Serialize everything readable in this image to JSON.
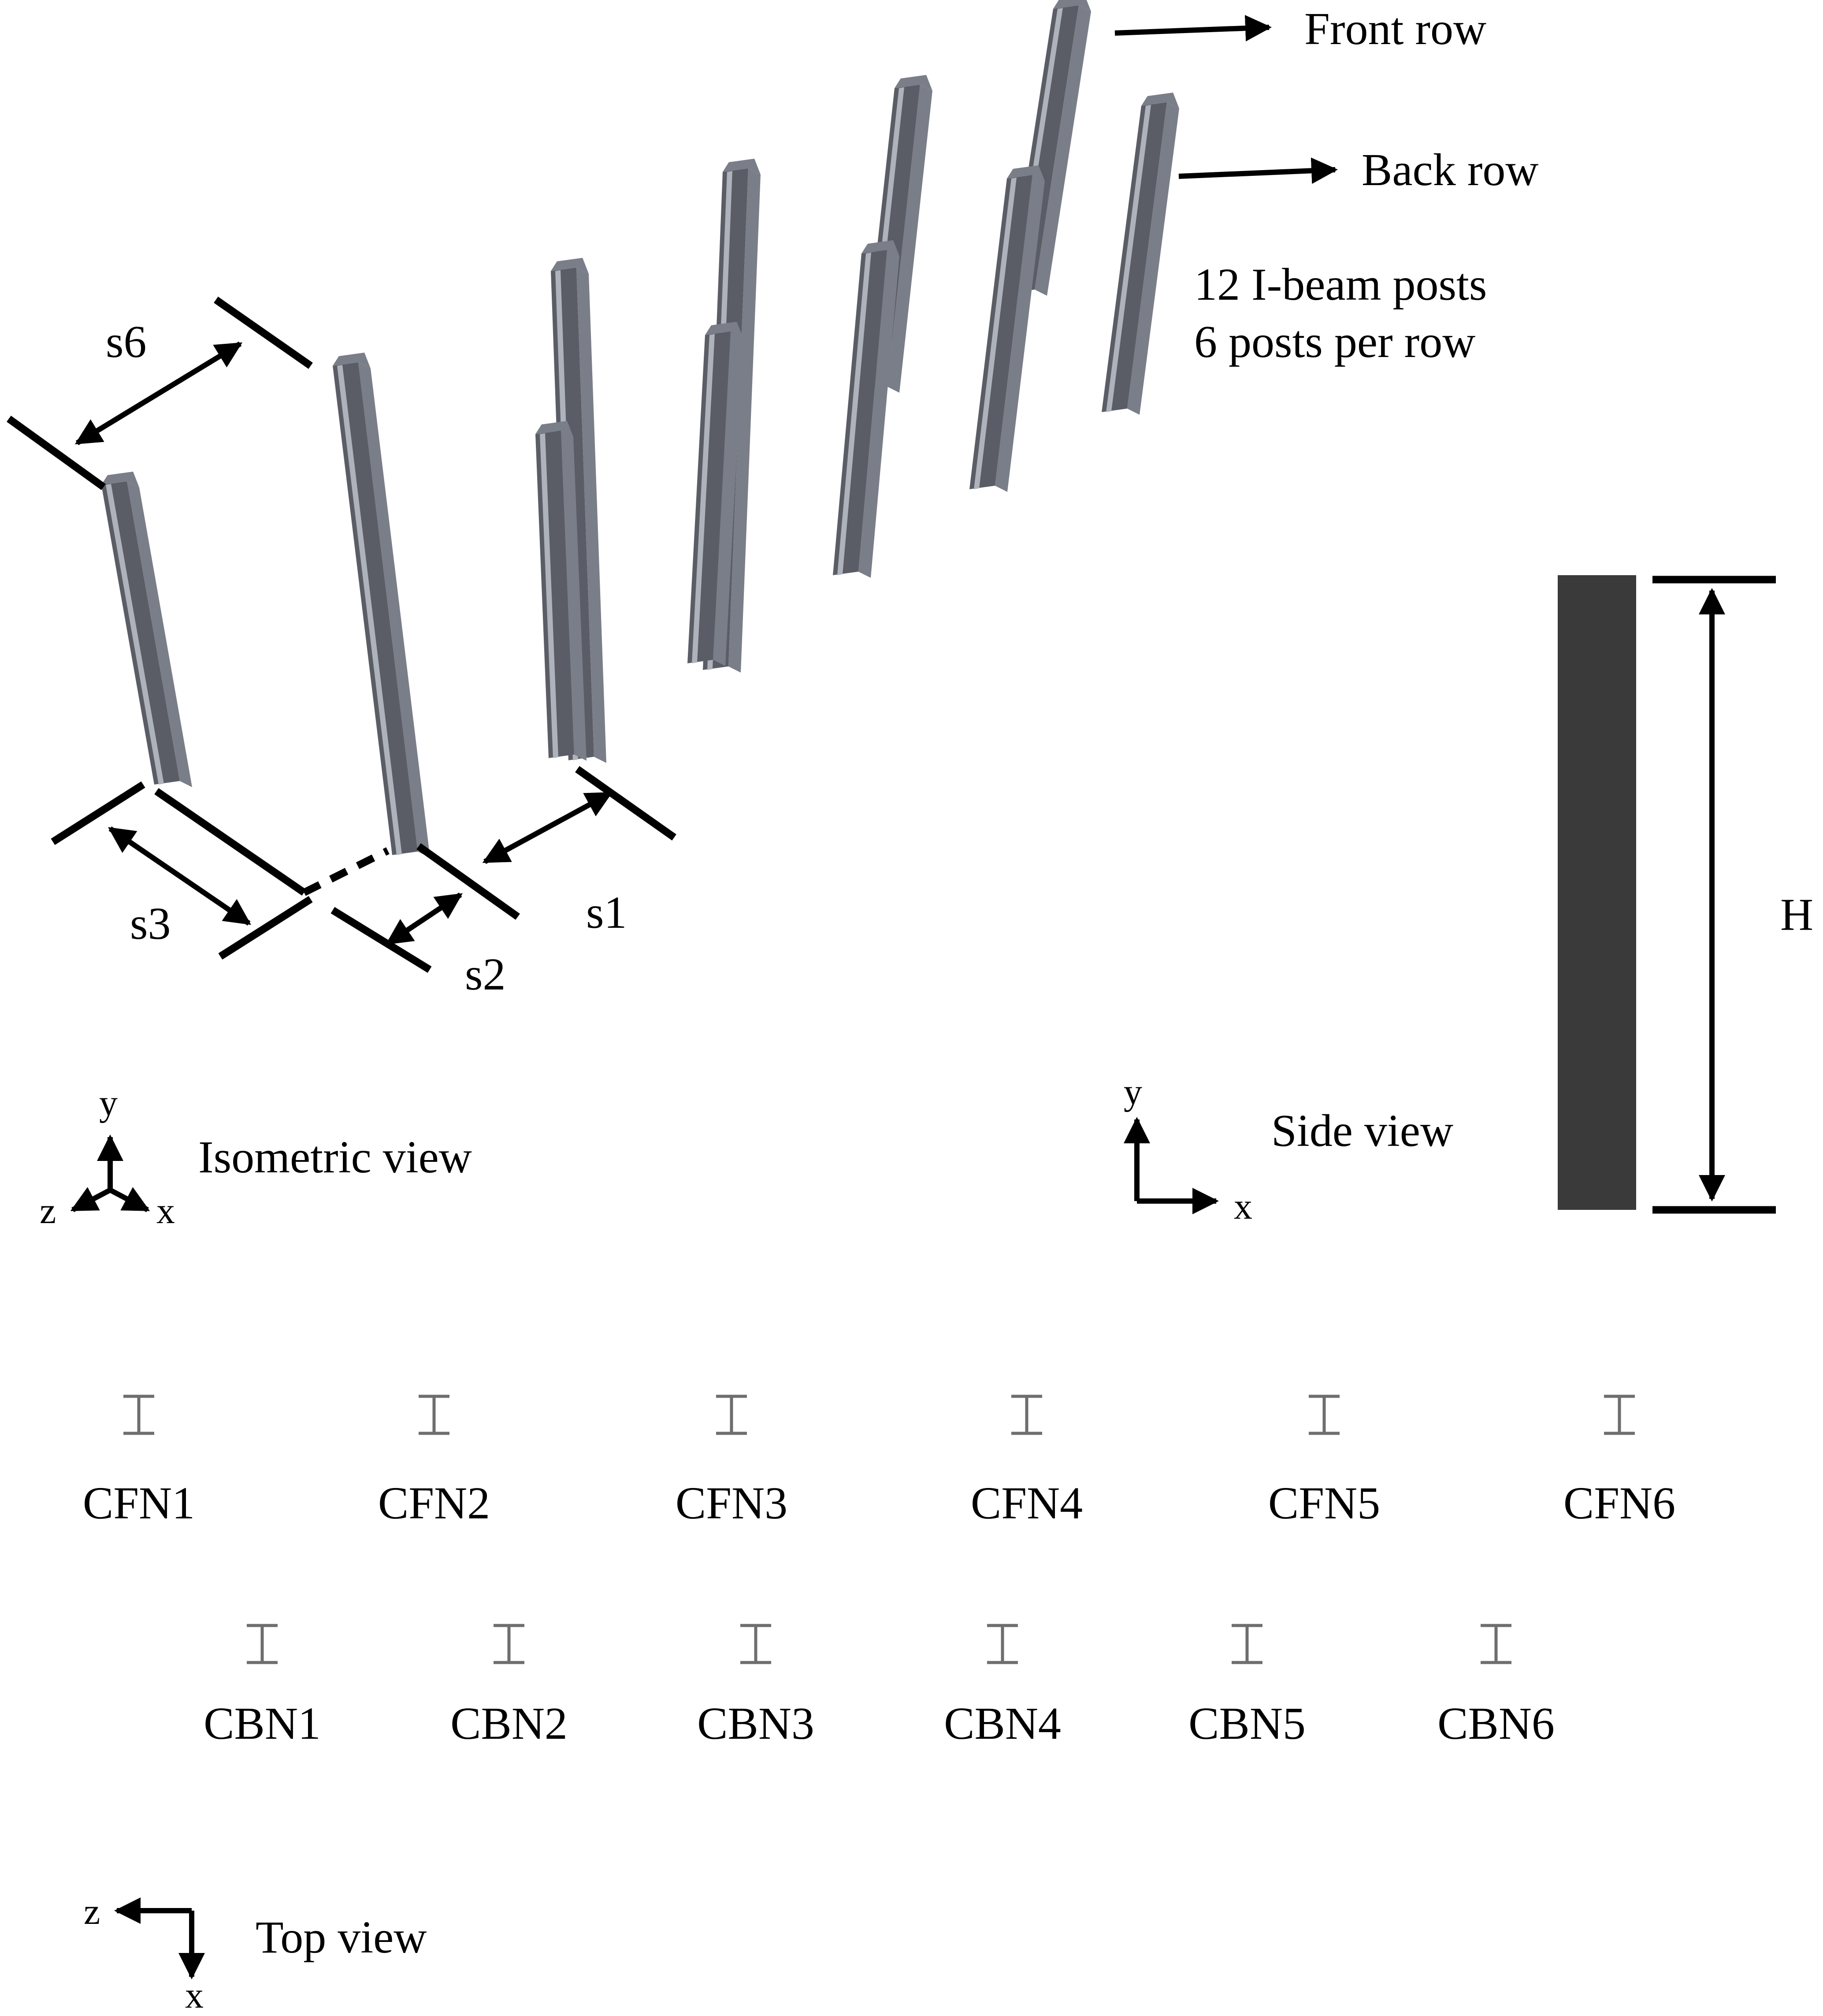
{
  "colors": {
    "post_dark": "#5a5d66",
    "post_mid": "#7a7e88",
    "post_light": "#aeb2ba",
    "side_bar": "#3a3a3a",
    "line": "#000000",
    "top_marker": "#6e6e6e"
  },
  "isometric": {
    "front_row_label": "Front row",
    "back_row_label": "Back row",
    "description_line1": "12 I-beam posts",
    "description_line2": "6 posts per row",
    "dim_s6": "s6",
    "dim_s3": "s3",
    "dim_s2": "s2",
    "dim_s1": "s1",
    "view_label": "Isometric view",
    "axis_y": "y",
    "axis_z": "z",
    "axis_x": "x"
  },
  "side_view": {
    "view_label": "Side view",
    "axis_y": "y",
    "axis_x": "x",
    "height_label": "H"
  },
  "top_view": {
    "view_label": "Top view",
    "axis_z": "z",
    "axis_x": "x",
    "front_posts": [
      "CFN1",
      "CFN2",
      "CFN3",
      "CFN4",
      "CFN5",
      "CFN6"
    ],
    "back_posts": [
      "CBN1",
      "CBN2",
      "CBN3",
      "CBN4",
      "CBN5",
      "CBN6"
    ]
  }
}
